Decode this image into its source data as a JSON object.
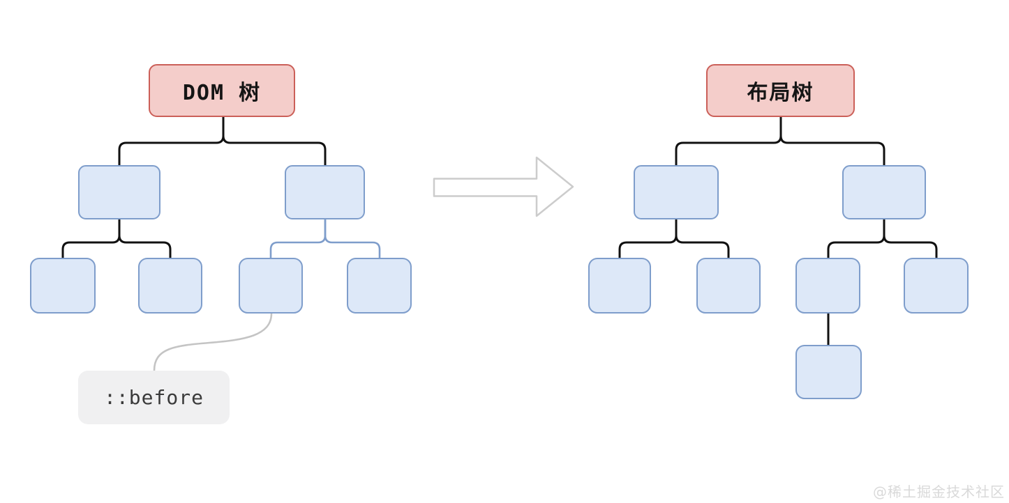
{
  "diagram": {
    "left_tree": {
      "root_label": "DOM 树"
    },
    "right_tree": {
      "root_label": "布局树"
    },
    "pseudo_label": "::before",
    "watermark": "@稀土掘金技术社区"
  },
  "colors": {
    "node-fill": "#dde8f8",
    "node-border": "#7e9dcb",
    "root-fill": "#f4cdca",
    "root-border": "#cb5f58",
    "wire-black": "#111111",
    "wire-blue": "#7e9dcb",
    "wire-gray": "#c4c4c4",
    "arrow-outline": "#cccccc",
    "label-bg": "#f0f0f1",
    "label-text": "#3a3a3a",
    "watermark": "#d9d9d9"
  }
}
